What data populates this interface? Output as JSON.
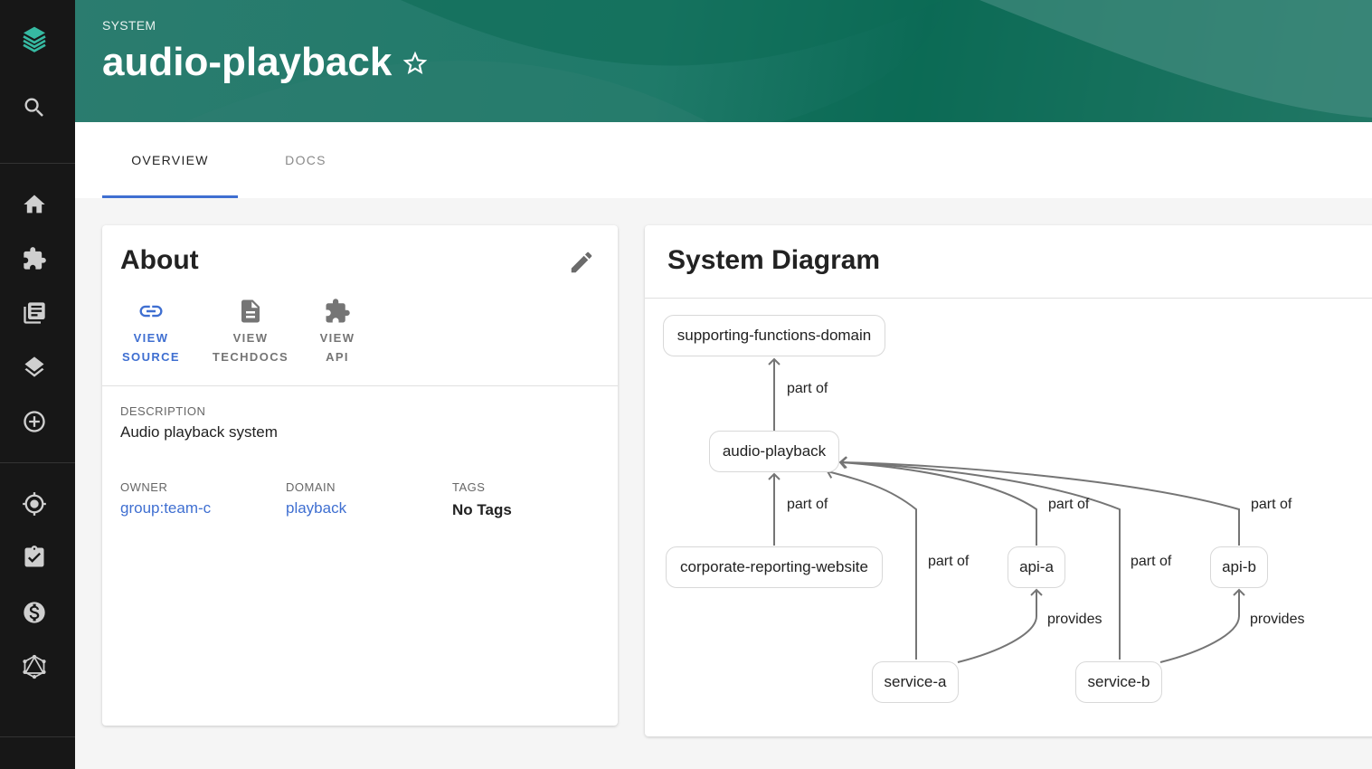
{
  "sidebar": {
    "items": [
      {
        "icon": "app-logo-icon"
      },
      {
        "icon": "search-icon"
      },
      {
        "icon": "home-icon"
      },
      {
        "icon": "puzzle-icon"
      },
      {
        "icon": "docs-library-icon"
      },
      {
        "icon": "layers-icon"
      },
      {
        "icon": "add-circle-icon"
      },
      {
        "icon": "radar-target-icon"
      },
      {
        "icon": "assignment-check-icon"
      },
      {
        "icon": "dollar-icon"
      },
      {
        "icon": "graphql-icon"
      }
    ]
  },
  "header": {
    "kind": "SYSTEM",
    "title": "audio-playback",
    "star_icon": "star-outline-icon"
  },
  "tabs": [
    {
      "label": "OVERVIEW",
      "active": true
    },
    {
      "label": "DOCS",
      "active": false
    }
  ],
  "about": {
    "title": "About",
    "links": [
      {
        "line1": "VIEW",
        "line2": "SOURCE",
        "icon": "link-icon",
        "color": "#3f6fd1"
      },
      {
        "line1": "VIEW",
        "line2": "TECHDOCS",
        "icon": "document-icon",
        "color": "#757575"
      },
      {
        "line1": "VIEW",
        "line2": "API",
        "icon": "puzzle-icon",
        "color": "#757575"
      }
    ],
    "description_label": "DESCRIPTION",
    "description": "Audio playback system",
    "owner_label": "OWNER",
    "owner": "group:team-c",
    "domain_label": "DOMAIN",
    "domain": "playback",
    "tags_label": "TAGS",
    "tags": "No Tags"
  },
  "diagram": {
    "title": "System Diagram",
    "nodes": {
      "domain": "supporting-functions-domain",
      "system": "audio-playback",
      "website": "corporate-reporting-website",
      "api_a": "api-a",
      "api_b": "api-b",
      "service_a": "service-a",
      "service_b": "service-b"
    },
    "edge_labels": {
      "part_of": "part of",
      "provides": "provides"
    }
  },
  "colors": {
    "accent": "#3f6fd1",
    "header": "#1f7a69",
    "sidebar": "#171717",
    "edge": "#757575"
  }
}
